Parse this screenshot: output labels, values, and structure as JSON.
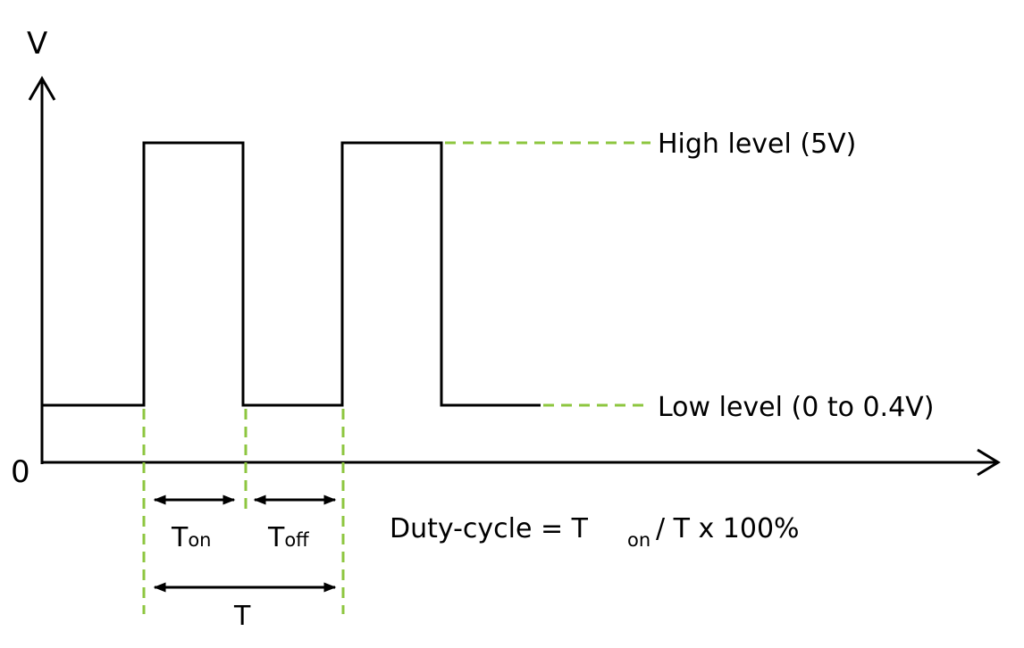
{
  "diagram": {
    "axis_y_label": "V",
    "origin_label": "0",
    "high_level_label": "High level (5V)",
    "low_level_label": "Low level (0 to 0.4V)",
    "t_on": {
      "main": "T",
      "sub": "on"
    },
    "t_off": {
      "main": "T",
      "sub": "off"
    },
    "period_label": "T",
    "formula": {
      "prefix": "Duty-cycle = T",
      "sub": "on",
      "suffix": "/ T x 100%"
    },
    "colors": {
      "signal": "#000000",
      "guide": "#8dc63f",
      "background": "#ffffff"
    }
  }
}
